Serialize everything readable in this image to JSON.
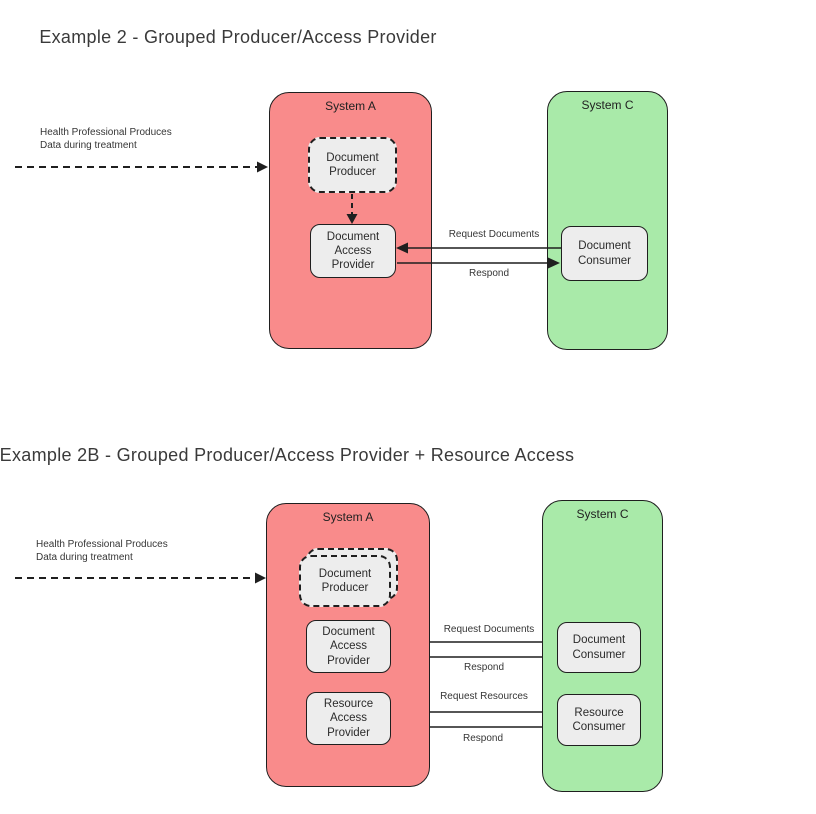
{
  "colors": {
    "system_a_fill": "#F98B8B",
    "system_c_fill": "#A9EAA9",
    "node_fill": "#EDEDED",
    "stroke": "#1F1F1F"
  },
  "diagram1": {
    "title": "Example 2 - Grouped Producer/Access Provider",
    "annotation_line1": "Health Professional Produces",
    "annotation_line2": "Data during treatment",
    "system_a_label": "System A",
    "system_c_label": "System C",
    "producer_label": "Document\nProducer",
    "access_provider_label": "Document\nAccess\nProvider",
    "consumer_label": "Document\nConsumer",
    "request_documents_label": "Request Documents",
    "respond_label": "Respond"
  },
  "diagram2": {
    "title": "Example 2B - Grouped Producer/Access Provider + Resource Access",
    "annotation_line1": "Health Professional Produces",
    "annotation_line2": "Data during treatment",
    "system_a_label": "System A",
    "system_c_label": "System C",
    "producer_label": "Document\nProducer",
    "document_access_provider_label": "Document\nAccess\nProvider",
    "resource_access_provider_label": "Resource\nAccess\nProvider",
    "document_consumer_label": "Document\nConsumer",
    "resource_consumer_label": "Resource\nConsumer",
    "request_documents_label": "Request Documents",
    "respond_documents_label": "Respond",
    "request_resources_label": "Request Resources",
    "respond_resources_label": "Respond"
  }
}
